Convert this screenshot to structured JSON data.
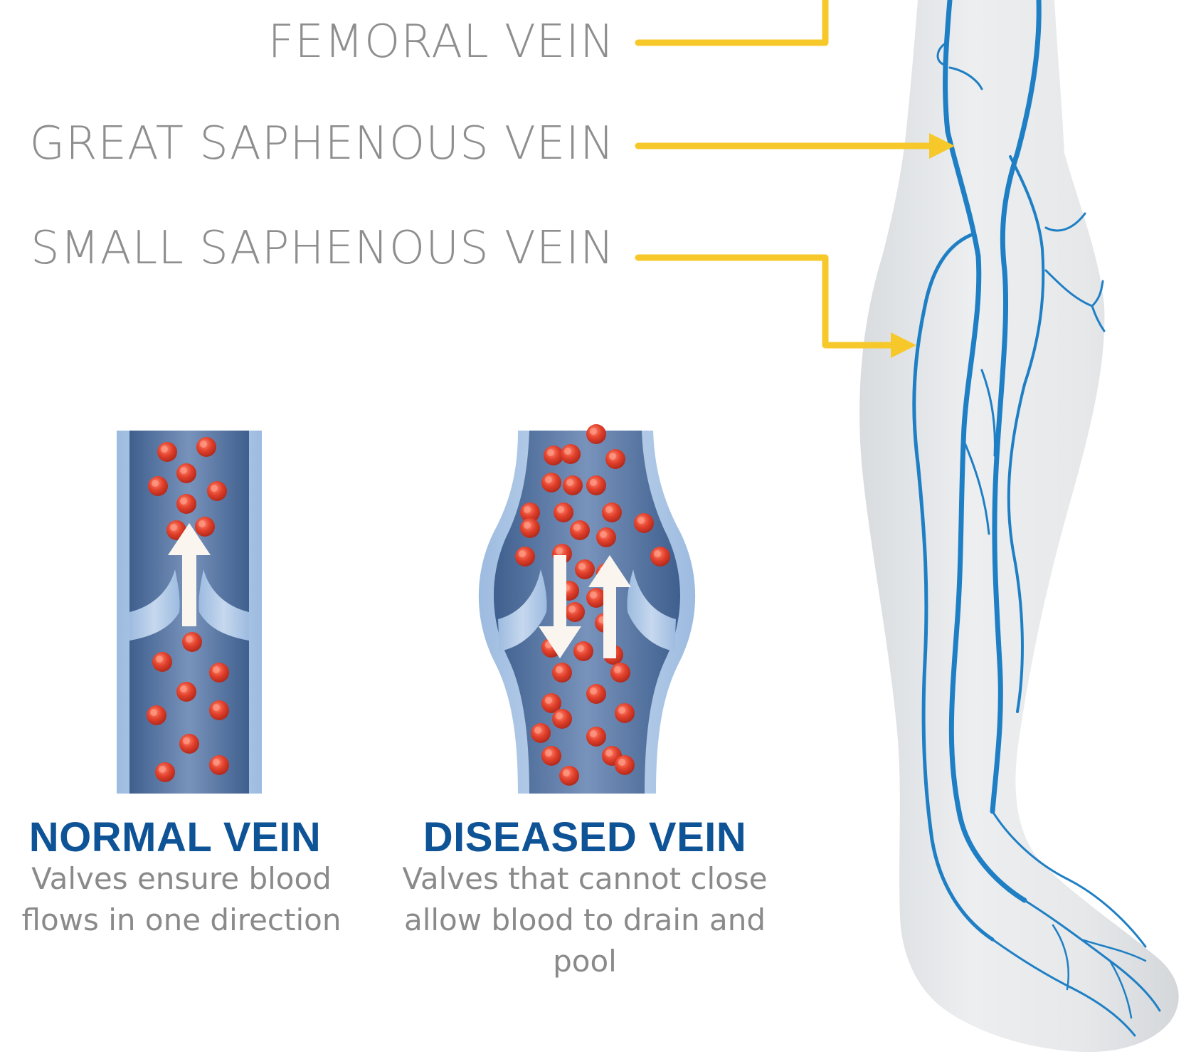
{
  "labels": {
    "femoral": "FEMORAL VEIN",
    "great_saphenous": "GREAT SAPHENOUS VEIN",
    "small_saphenous": "SMALL SAPHENOUS VEIN"
  },
  "normal": {
    "title": "NORMAL VEIN",
    "description": "Valves ensure blood flows in one direction"
  },
  "diseased": {
    "title": "DISEASED VEIN",
    "description": "Valves that cannot close allow blood to drain and pool"
  },
  "colors": {
    "pointer": "#f7c829",
    "vein": "#1f7fc4",
    "title": "#0f5397",
    "label": "#8e8e8e",
    "blood_cell": "#e2402b",
    "leg": "#e9ebed"
  }
}
